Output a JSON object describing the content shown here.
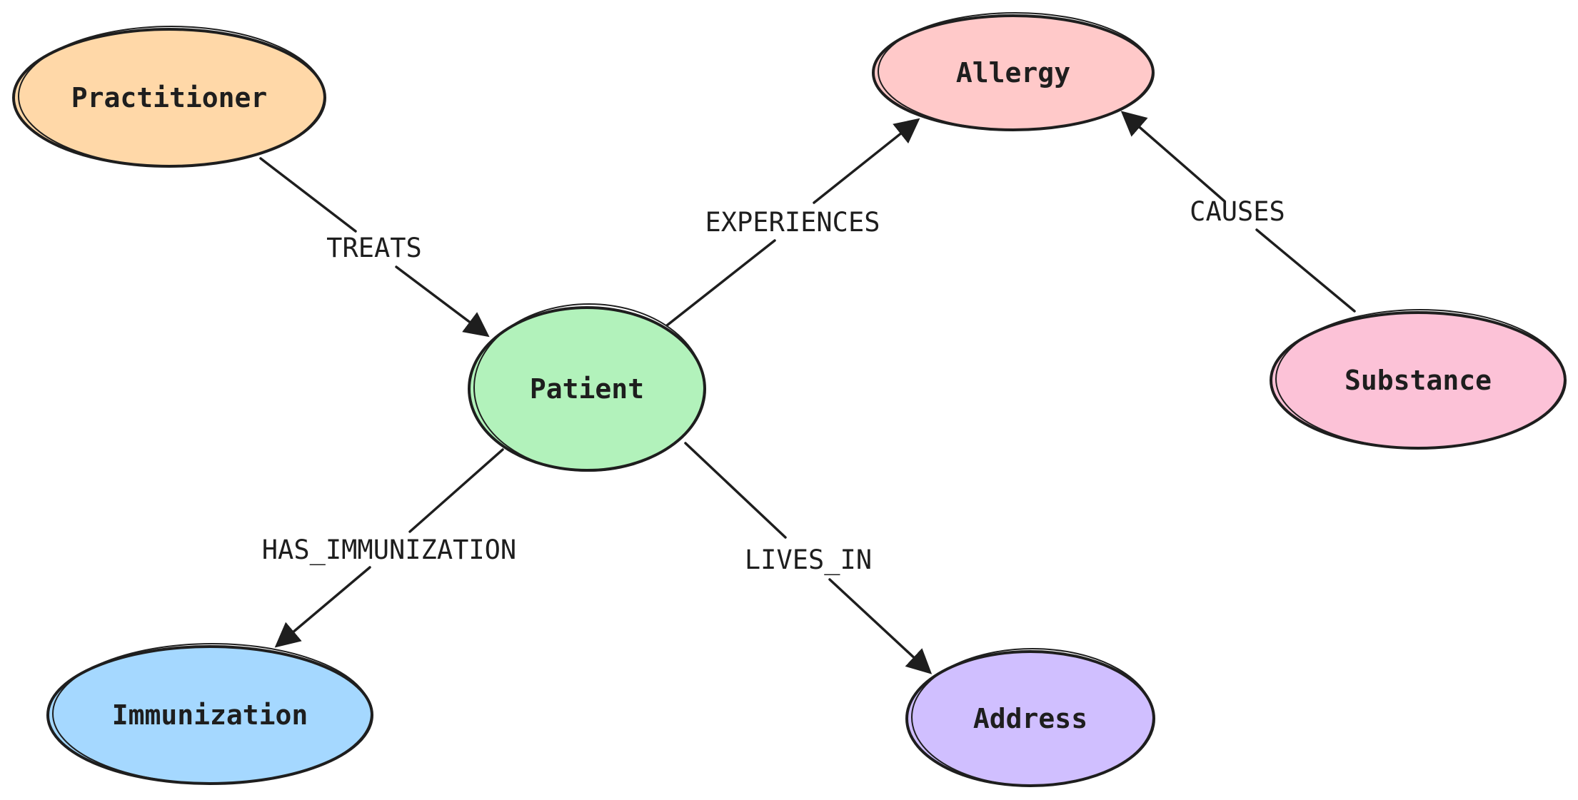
{
  "nodes": {
    "practitioner": {
      "label": "Practitioner",
      "color": "#ffd8a8"
    },
    "allergy": {
      "label": "Allergy",
      "color": "#ffc9c9"
    },
    "patient": {
      "label": "Patient",
      "color": "#b2f2bb"
    },
    "substance": {
      "label": "Substance",
      "color": "#fcc2d7"
    },
    "immunization": {
      "label": "Immunization",
      "color": "#a5d8ff"
    },
    "address": {
      "label": "Address",
      "color": "#d0bfff"
    }
  },
  "edges": {
    "treats": {
      "label": "TREATS",
      "from": "Practitioner",
      "to": "Patient"
    },
    "experiences": {
      "label": "EXPERIENCES",
      "from": "Patient",
      "to": "Allergy"
    },
    "causes": {
      "label": "CAUSES",
      "from": "Substance",
      "to": "Allergy"
    },
    "has_immunization": {
      "label": "HAS_IMMUNIZATION",
      "from": "Patient",
      "to": "Immunization"
    },
    "lives_in": {
      "label": "LIVES_IN",
      "from": "Patient",
      "to": "Address"
    }
  }
}
